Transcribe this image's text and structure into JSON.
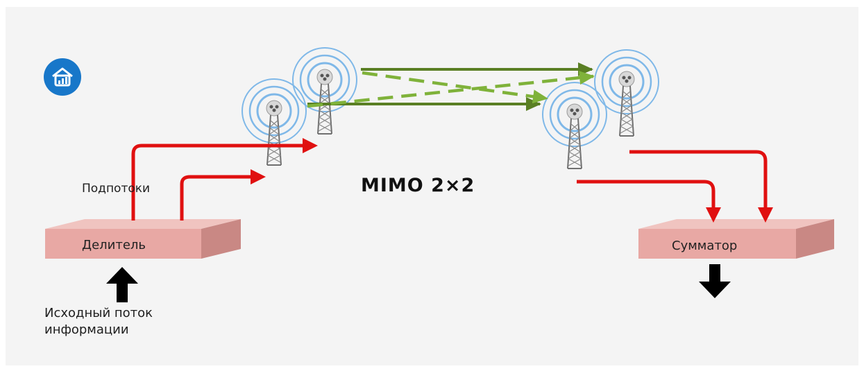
{
  "diagram": {
    "title": "MIMO 2×2",
    "substreams_label": "Подпотоки",
    "splitter_label": "Делитель",
    "combiner_label": "Сумматор",
    "source_label_line1": "Исходный поток",
    "source_label_line2": "информации"
  },
  "icons": {
    "logo": "house-signal-icon",
    "tower": "radio-tower-icon"
  },
  "colors": {
    "background": "#f4f4f4",
    "box_front": "#e8a8a4",
    "box_top": "#f0c4c0",
    "box_side": "#c98884",
    "stream_arrow": "#e01010",
    "signal_solid": "#5a7f24",
    "signal_dashed": "#7fb23a",
    "wave": "#7fb8e8",
    "logo": "#1877c9"
  }
}
